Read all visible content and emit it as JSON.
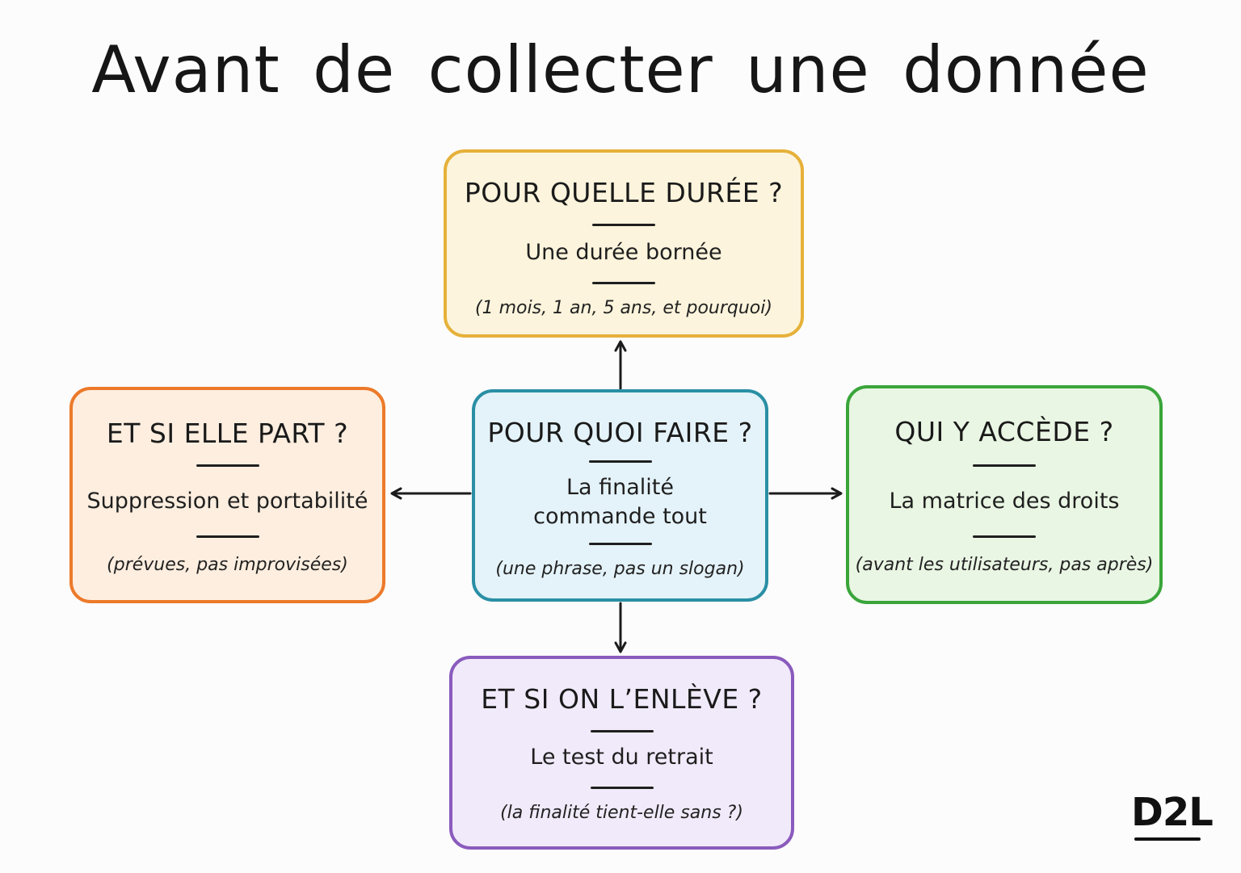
{
  "title": "Avant de collecter une donnée",
  "colors": {
    "yellow_border": "#e6b13a",
    "yellow_fill": "#fcf4dc",
    "blue_border": "#2a8fa4",
    "blue_fill": "#e4f3f9",
    "orange_border": "#ec7a2a",
    "orange_fill": "#fdeedf",
    "green_border": "#3aa53a",
    "green_fill": "#e9f6e3",
    "purple_border": "#8a5bbd",
    "purple_fill": "#f1eafa"
  },
  "cards": {
    "center": {
      "heading": "POUR QUOI FAIRE ?",
      "body_line1": "La finalité",
      "body_line2": "commande tout",
      "note": "(une phrase, pas un slogan)"
    },
    "top": {
      "heading": "POUR QUELLE DURÉE ?",
      "body": "Une durée bornée",
      "note": "(1 mois, 1 an, 5 ans, et pourquoi)"
    },
    "left": {
      "heading": "ET SI ELLE PART ?",
      "body": "Suppression et portabilité",
      "note": "(prévues, pas improvisées)"
    },
    "right": {
      "heading": "QUI Y ACCÈDE ?",
      "body": "La matrice des droits",
      "note": "(avant les utilisateurs, pas après)"
    },
    "bottom": {
      "heading": "ET SI ON L’ENLÈVE ?",
      "body": "Le test du retrait",
      "note": "(la finalité tient-elle sans ?)"
    }
  },
  "logo": "D2L"
}
